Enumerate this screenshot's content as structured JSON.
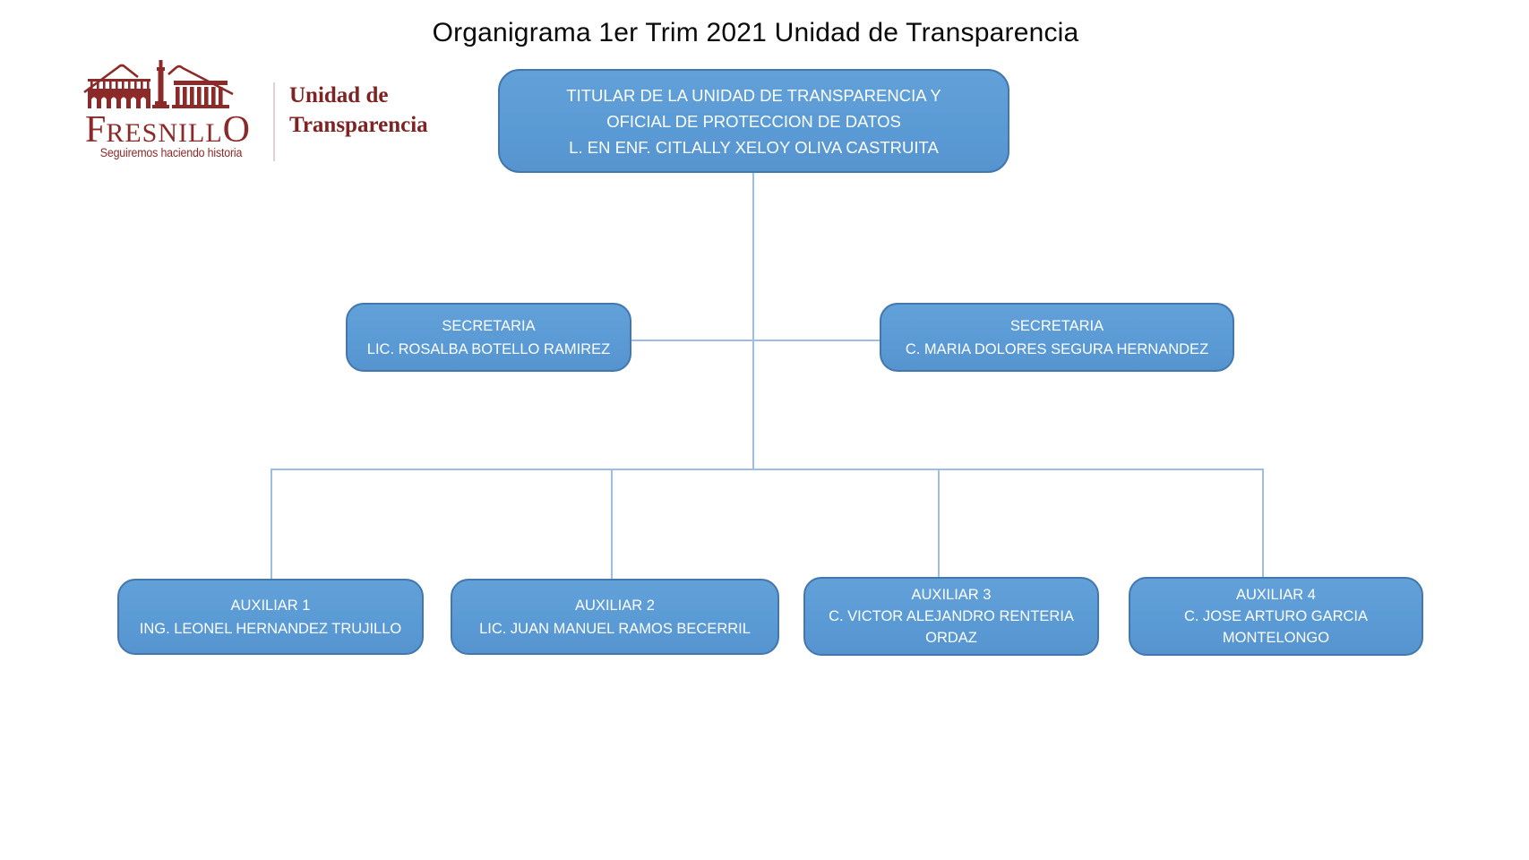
{
  "title": "Organigrama 1er Trim 2021 Unidad de Transparencia",
  "logo": {
    "brand_first": "F",
    "brand_mid": "RESNILL",
    "brand_last": "O",
    "tagline": "Seguiremos haciendo historia",
    "unit_line1": "Unidad de",
    "unit_line2": "Transparencia",
    "brand_color": "#8C2A2A"
  },
  "colors": {
    "node_fill": "#5B9BD5",
    "node_border": "#4377AE",
    "node_text": "#FFFFFF",
    "connector": "#9CBEE2"
  },
  "org": {
    "titular": {
      "role1": "TITULAR DE LA UNIDAD DE TRANSPARENCIA Y",
      "role2": "OFICIAL DE PROTECCION DE DATOS",
      "person": "L. EN ENF. CITLALLY XELOY OLIVA CASTRUITA"
    },
    "secretaria_izq": {
      "role": "SECRETARIA",
      "person": "LIC. ROSALBA BOTELLO RAMIREZ"
    },
    "secretaria_der": {
      "role": "SECRETARIA",
      "person": "C. MARIA DOLORES SEGURA HERNANDEZ"
    },
    "auxiliar1": {
      "role": "AUXILIAR 1",
      "person": "ING. LEONEL HERNANDEZ TRUJILLO"
    },
    "auxiliar2": {
      "role": "AUXILIAR 2",
      "person": "LIC. JUAN MANUEL RAMOS BECERRIL"
    },
    "auxiliar3": {
      "role": "AUXILIAR 3",
      "person_line1": "C. VICTOR ALEJANDRO RENTERIA",
      "person_line2": "ORDAZ"
    },
    "auxiliar4": {
      "role": "AUXILIAR 4",
      "person_line1": "C. JOSE ARTURO GARCIA",
      "person_line2": "MONTELONGO"
    }
  }
}
